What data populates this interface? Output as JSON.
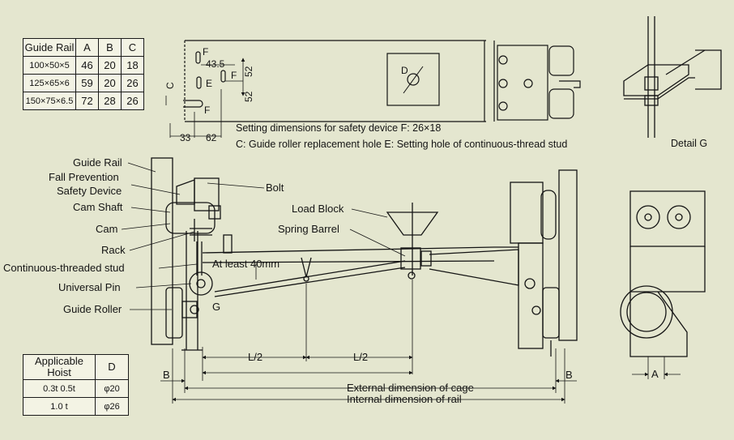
{
  "guide_rail_table": {
    "headers": [
      "Guide Rail",
      "A",
      "B",
      "C"
    ],
    "rows": [
      [
        "100×50×5",
        "46",
        "20",
        "18"
      ],
      [
        "125×65×6",
        "59",
        "20",
        "26"
      ],
      [
        "150×75×6.5",
        "72",
        "28",
        "26"
      ]
    ]
  },
  "hoist_table": {
    "headers": [
      "Applicable Hoist",
      "D"
    ],
    "rows": [
      [
        "0.3t 0.5t",
        "φ20"
      ],
      [
        "1.0 t",
        "φ26"
      ]
    ]
  },
  "top_view": {
    "dim_43_5": "43.5",
    "dim_52_a": "52",
    "dim_52_b": "52",
    "dim_33": "33",
    "dim_62": "62",
    "label_F1": "F",
    "label_F2": "F",
    "label_F3": "F",
    "label_E": "E",
    "label_C": "C",
    "label_D": "D"
  },
  "notes": {
    "safety_device": "Setting dimensions for safety device  F: 26×18",
    "holes": "C: Guide roller replacement hole  E: Setting hole of continuous-thread stud",
    "detail_g": "Detail G"
  },
  "labels": {
    "guide_rail": "Guide Rail",
    "fall_prevention_1": "Fall Prevention",
    "fall_prevention_2": "Safety Device",
    "cam_shaft": "Cam Shaft",
    "cam": "Cam",
    "rack": "Rack",
    "stud": "Continuous-threaded stud",
    "universal_pin": "Universal Pin",
    "guide_roller": "Guide Roller",
    "bolt": "Bolt",
    "load_block": "Load Block",
    "spring_barrel": "Spring Barrel",
    "at_least": "At least 40mm",
    "g": "G"
  },
  "dimensions": {
    "l_half_1": "L/2",
    "l_half_2": "L/2",
    "b_left": "B",
    "b_right": "B",
    "external_cage": "External dimension of cage",
    "internal_rail": "Internal dimension of rail",
    "a": "A"
  }
}
